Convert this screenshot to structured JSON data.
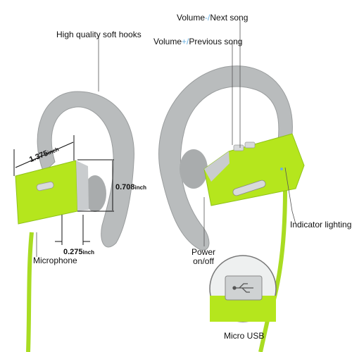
{
  "labels": {
    "high_quality_hooks": "High quality soft hooks",
    "volume_minus_prefix": "Volume",
    "volume_minus_sign": "-",
    "volume_minus_slash": "/",
    "volume_minus_suffix": "Next song",
    "volume_plus_prefix": "Volume",
    "volume_plus_sign": "+",
    "volume_plus_slash": "/",
    "volume_plus_suffix": "Previous song",
    "indicator_lighting": "Indicator lighting",
    "power_line1": "Power",
    "power_line2": "on/off",
    "microphone": "Microphone",
    "micro_usb": "Micro USB"
  },
  "dimensions": {
    "width_value": "1.375",
    "width_unit": "inch",
    "height_value": "0.708",
    "height_unit": "inch",
    "depth_value": "0.275",
    "depth_unit": "inch"
  },
  "colors": {
    "body_green": "#b5e61d",
    "body_green_dark": "#8fc21a",
    "hook_gray": "#b9bcbd",
    "hook_gray_dark": "#9a9d9e",
    "accent_blue": "#6ab0e0",
    "cable_green": "#a9dc22"
  },
  "icons": {
    "usb": "usb-icon"
  }
}
